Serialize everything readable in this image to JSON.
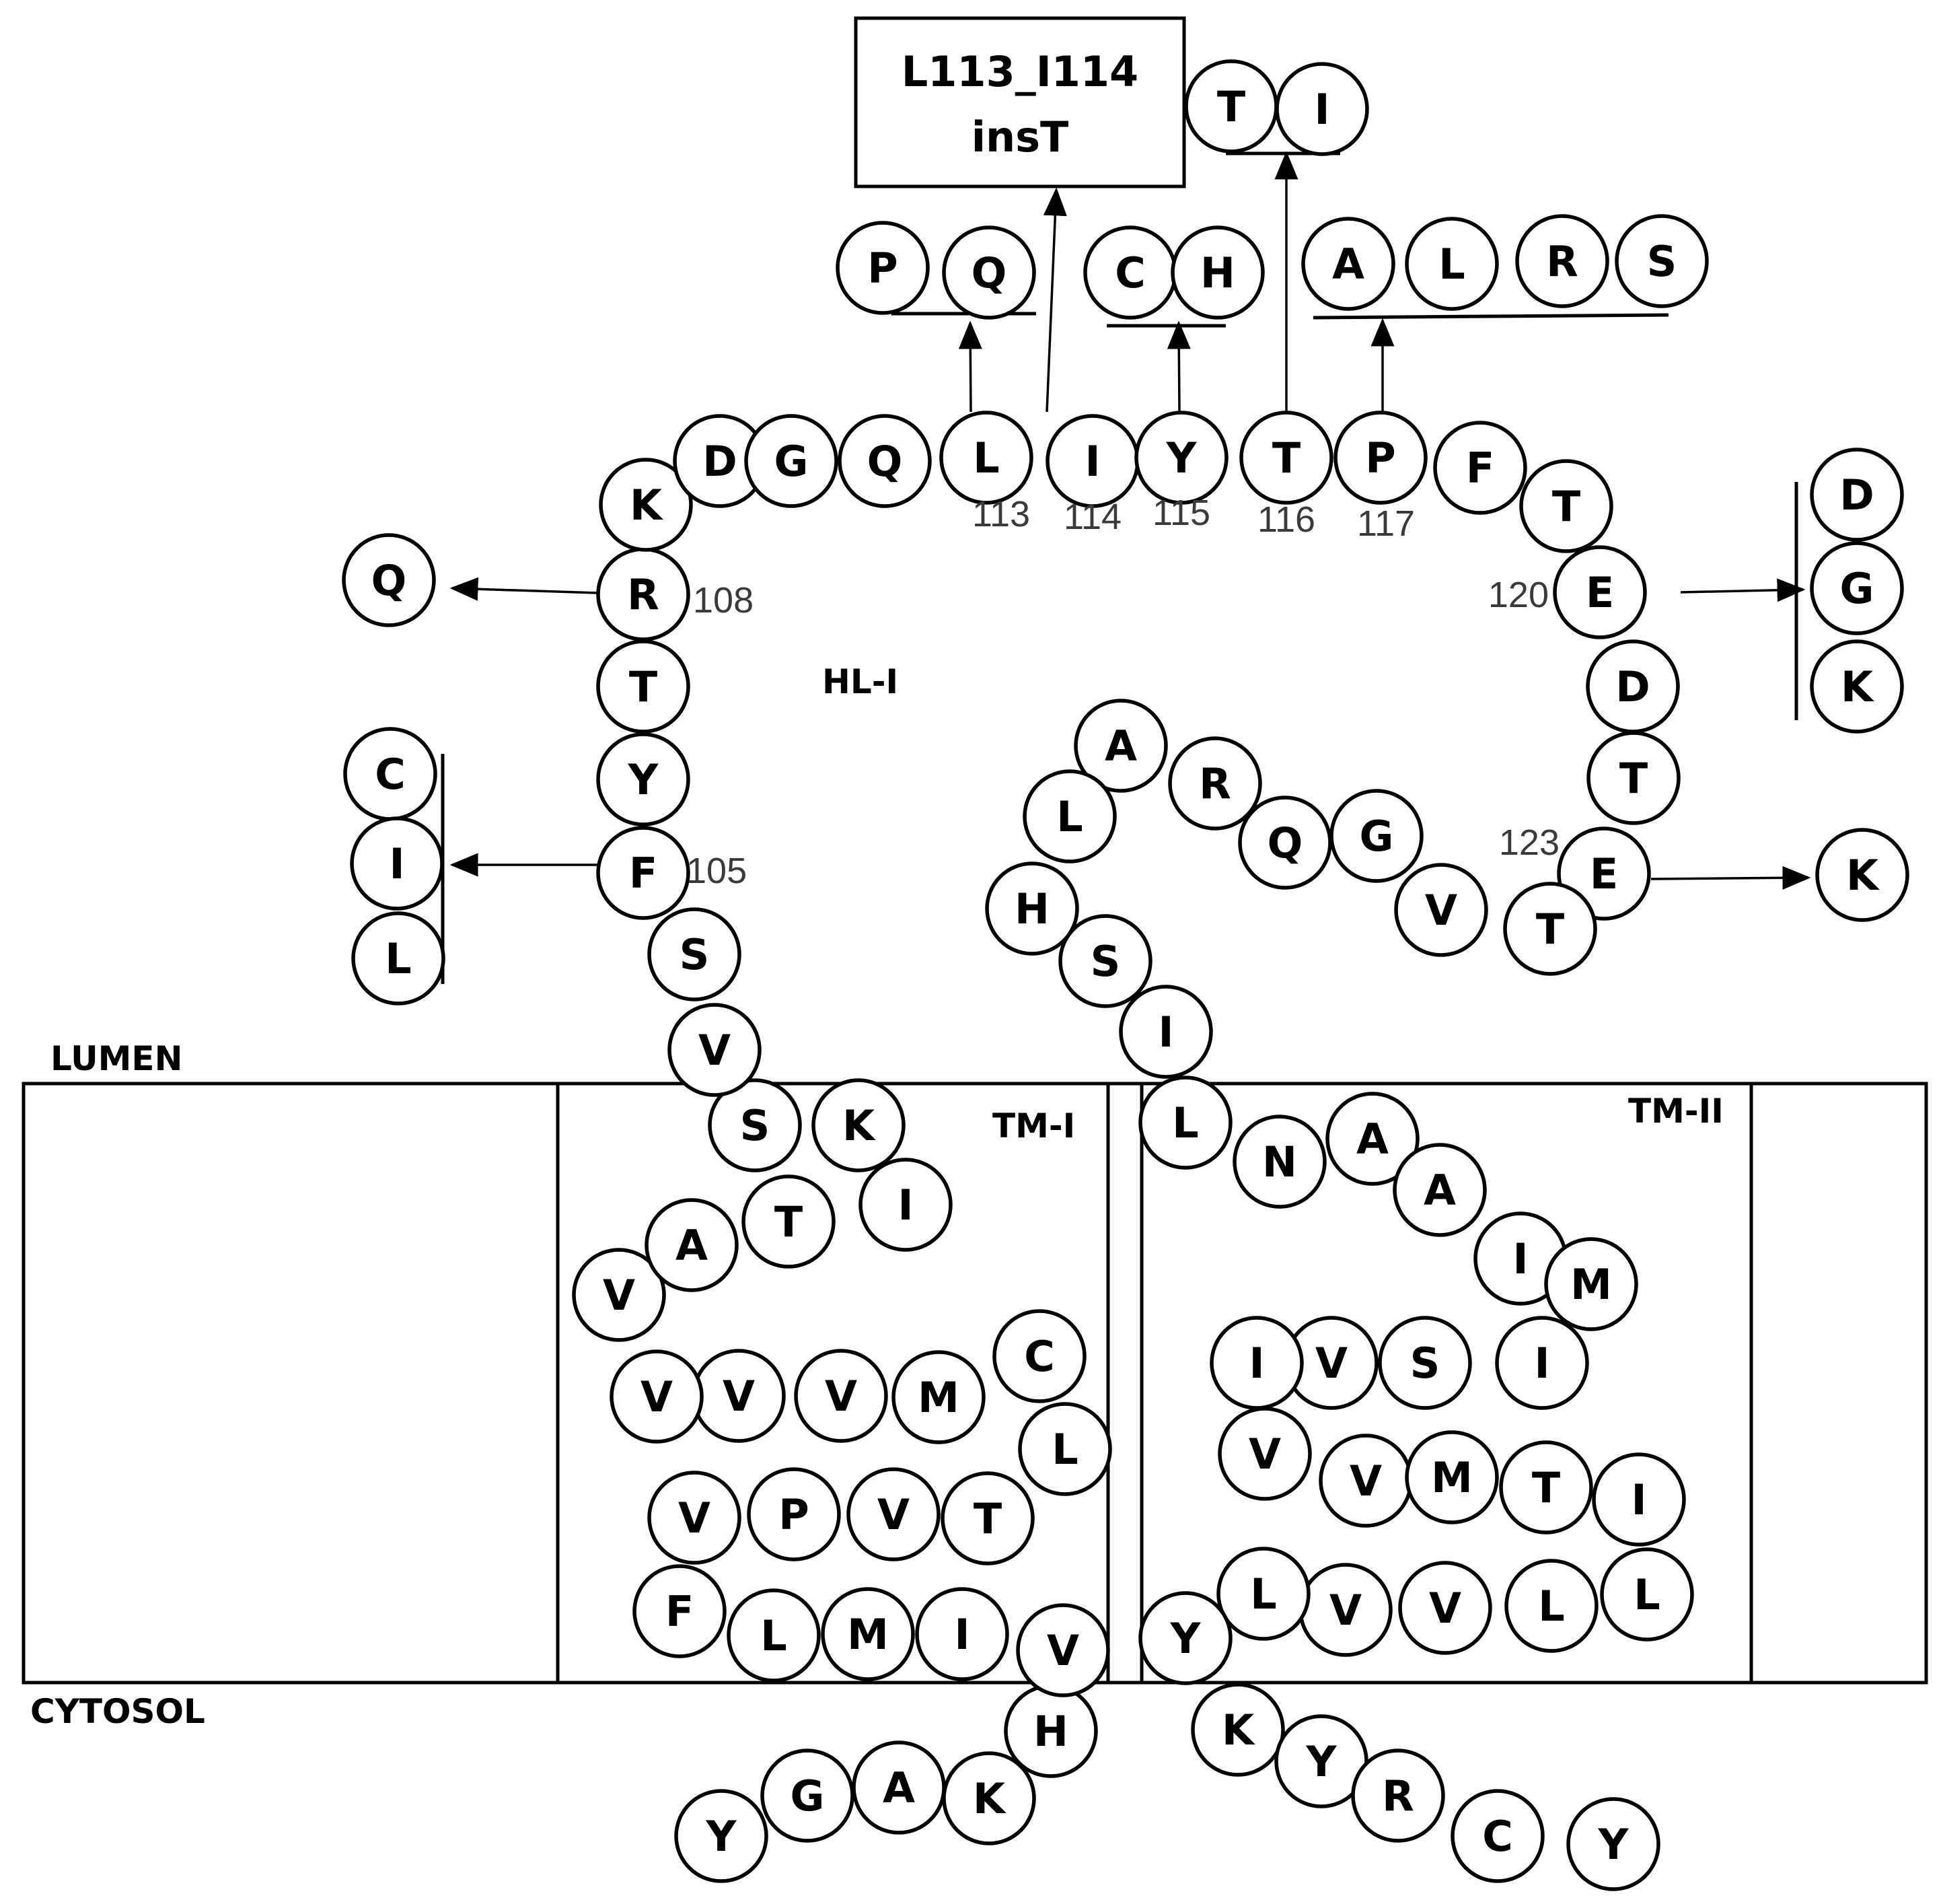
{
  "labels": {
    "lumen": "LUMEN",
    "cytosol": "CYTOSOL",
    "hl": "HL-I",
    "tm1": "TM-I",
    "tm2": "TM-II",
    "insertion_line1": "L113_I114",
    "insertion_line2": "insT"
  },
  "chain": [
    {
      "aa": "Y"
    },
    {
      "aa": "G"
    },
    {
      "aa": "A"
    },
    {
      "aa": "K"
    },
    {
      "aa": "H"
    },
    {
      "aa": "V"
    },
    {
      "aa": "I"
    },
    {
      "aa": "M"
    },
    {
      "aa": "L"
    },
    {
      "aa": "F"
    },
    {
      "aa": "V"
    },
    {
      "aa": "P"
    },
    {
      "aa": "V"
    },
    {
      "aa": "T"
    },
    {
      "aa": "L"
    },
    {
      "aa": "C"
    },
    {
      "aa": "M"
    },
    {
      "aa": "V"
    },
    {
      "aa": "V"
    },
    {
      "aa": "V"
    },
    {
      "aa": "V"
    },
    {
      "aa": "A"
    },
    {
      "aa": "T"
    },
    {
      "aa": "I"
    },
    {
      "aa": "K"
    },
    {
      "aa": "S"
    },
    {
      "aa": "V"
    },
    {
      "aa": "S"
    },
    {
      "aa": "F",
      "num": "105"
    },
    {
      "aa": "Y"
    },
    {
      "aa": "T"
    },
    {
      "aa": "R",
      "num": "108"
    },
    {
      "aa": "K"
    },
    {
      "aa": "D"
    },
    {
      "aa": "G"
    },
    {
      "aa": "Q"
    },
    {
      "aa": "L",
      "num": "113"
    },
    {
      "aa": "I",
      "num": "114"
    },
    {
      "aa": "Y",
      "num": "115"
    },
    {
      "aa": "T",
      "num": "116"
    },
    {
      "aa": "P",
      "num": "117"
    },
    {
      "aa": "F"
    },
    {
      "aa": "T"
    },
    {
      "aa": "E",
      "num": "120"
    },
    {
      "aa": "D"
    },
    {
      "aa": "T"
    },
    {
      "aa": "E",
      "num": "123"
    },
    {
      "aa": "T"
    },
    {
      "aa": "V"
    },
    {
      "aa": "G"
    },
    {
      "aa": "Q"
    },
    {
      "aa": "R"
    },
    {
      "aa": "A"
    },
    {
      "aa": "L"
    },
    {
      "aa": "H"
    },
    {
      "aa": "S"
    },
    {
      "aa": "I"
    },
    {
      "aa": "L"
    },
    {
      "aa": "N"
    },
    {
      "aa": "A"
    },
    {
      "aa": "A"
    },
    {
      "aa": "I"
    },
    {
      "aa": "M"
    },
    {
      "aa": "I"
    },
    {
      "aa": "S"
    },
    {
      "aa": "V"
    },
    {
      "aa": "I"
    },
    {
      "aa": "V"
    },
    {
      "aa": "V"
    },
    {
      "aa": "M"
    },
    {
      "aa": "T"
    },
    {
      "aa": "I"
    },
    {
      "aa": "L"
    },
    {
      "aa": "L"
    },
    {
      "aa": "V"
    },
    {
      "aa": "V"
    },
    {
      "aa": "L"
    },
    {
      "aa": "Y"
    },
    {
      "aa": "K"
    },
    {
      "aa": "Y"
    },
    {
      "aa": "R"
    },
    {
      "aa": "C"
    },
    {
      "aa": "Y"
    }
  ],
  "variants": [
    {
      "name": "variant-L113",
      "residues": [
        "P",
        "Q"
      ]
    },
    {
      "name": "variant-Y115",
      "residues": [
        "C",
        "H"
      ]
    },
    {
      "name": "variant-T116",
      "residues": [
        "T",
        "I"
      ]
    },
    {
      "name": "variant-P117",
      "residues": [
        "A",
        "L",
        "R",
        "S"
      ]
    },
    {
      "name": "variant-R108",
      "residues": [
        "Q"
      ]
    },
    {
      "name": "variant-F105",
      "residues": [
        "C",
        "I",
        "L"
      ]
    },
    {
      "name": "variant-E120",
      "residues": [
        "D",
        "G",
        "K"
      ]
    },
    {
      "name": "variant-E123",
      "residues": [
        "K"
      ]
    }
  ]
}
